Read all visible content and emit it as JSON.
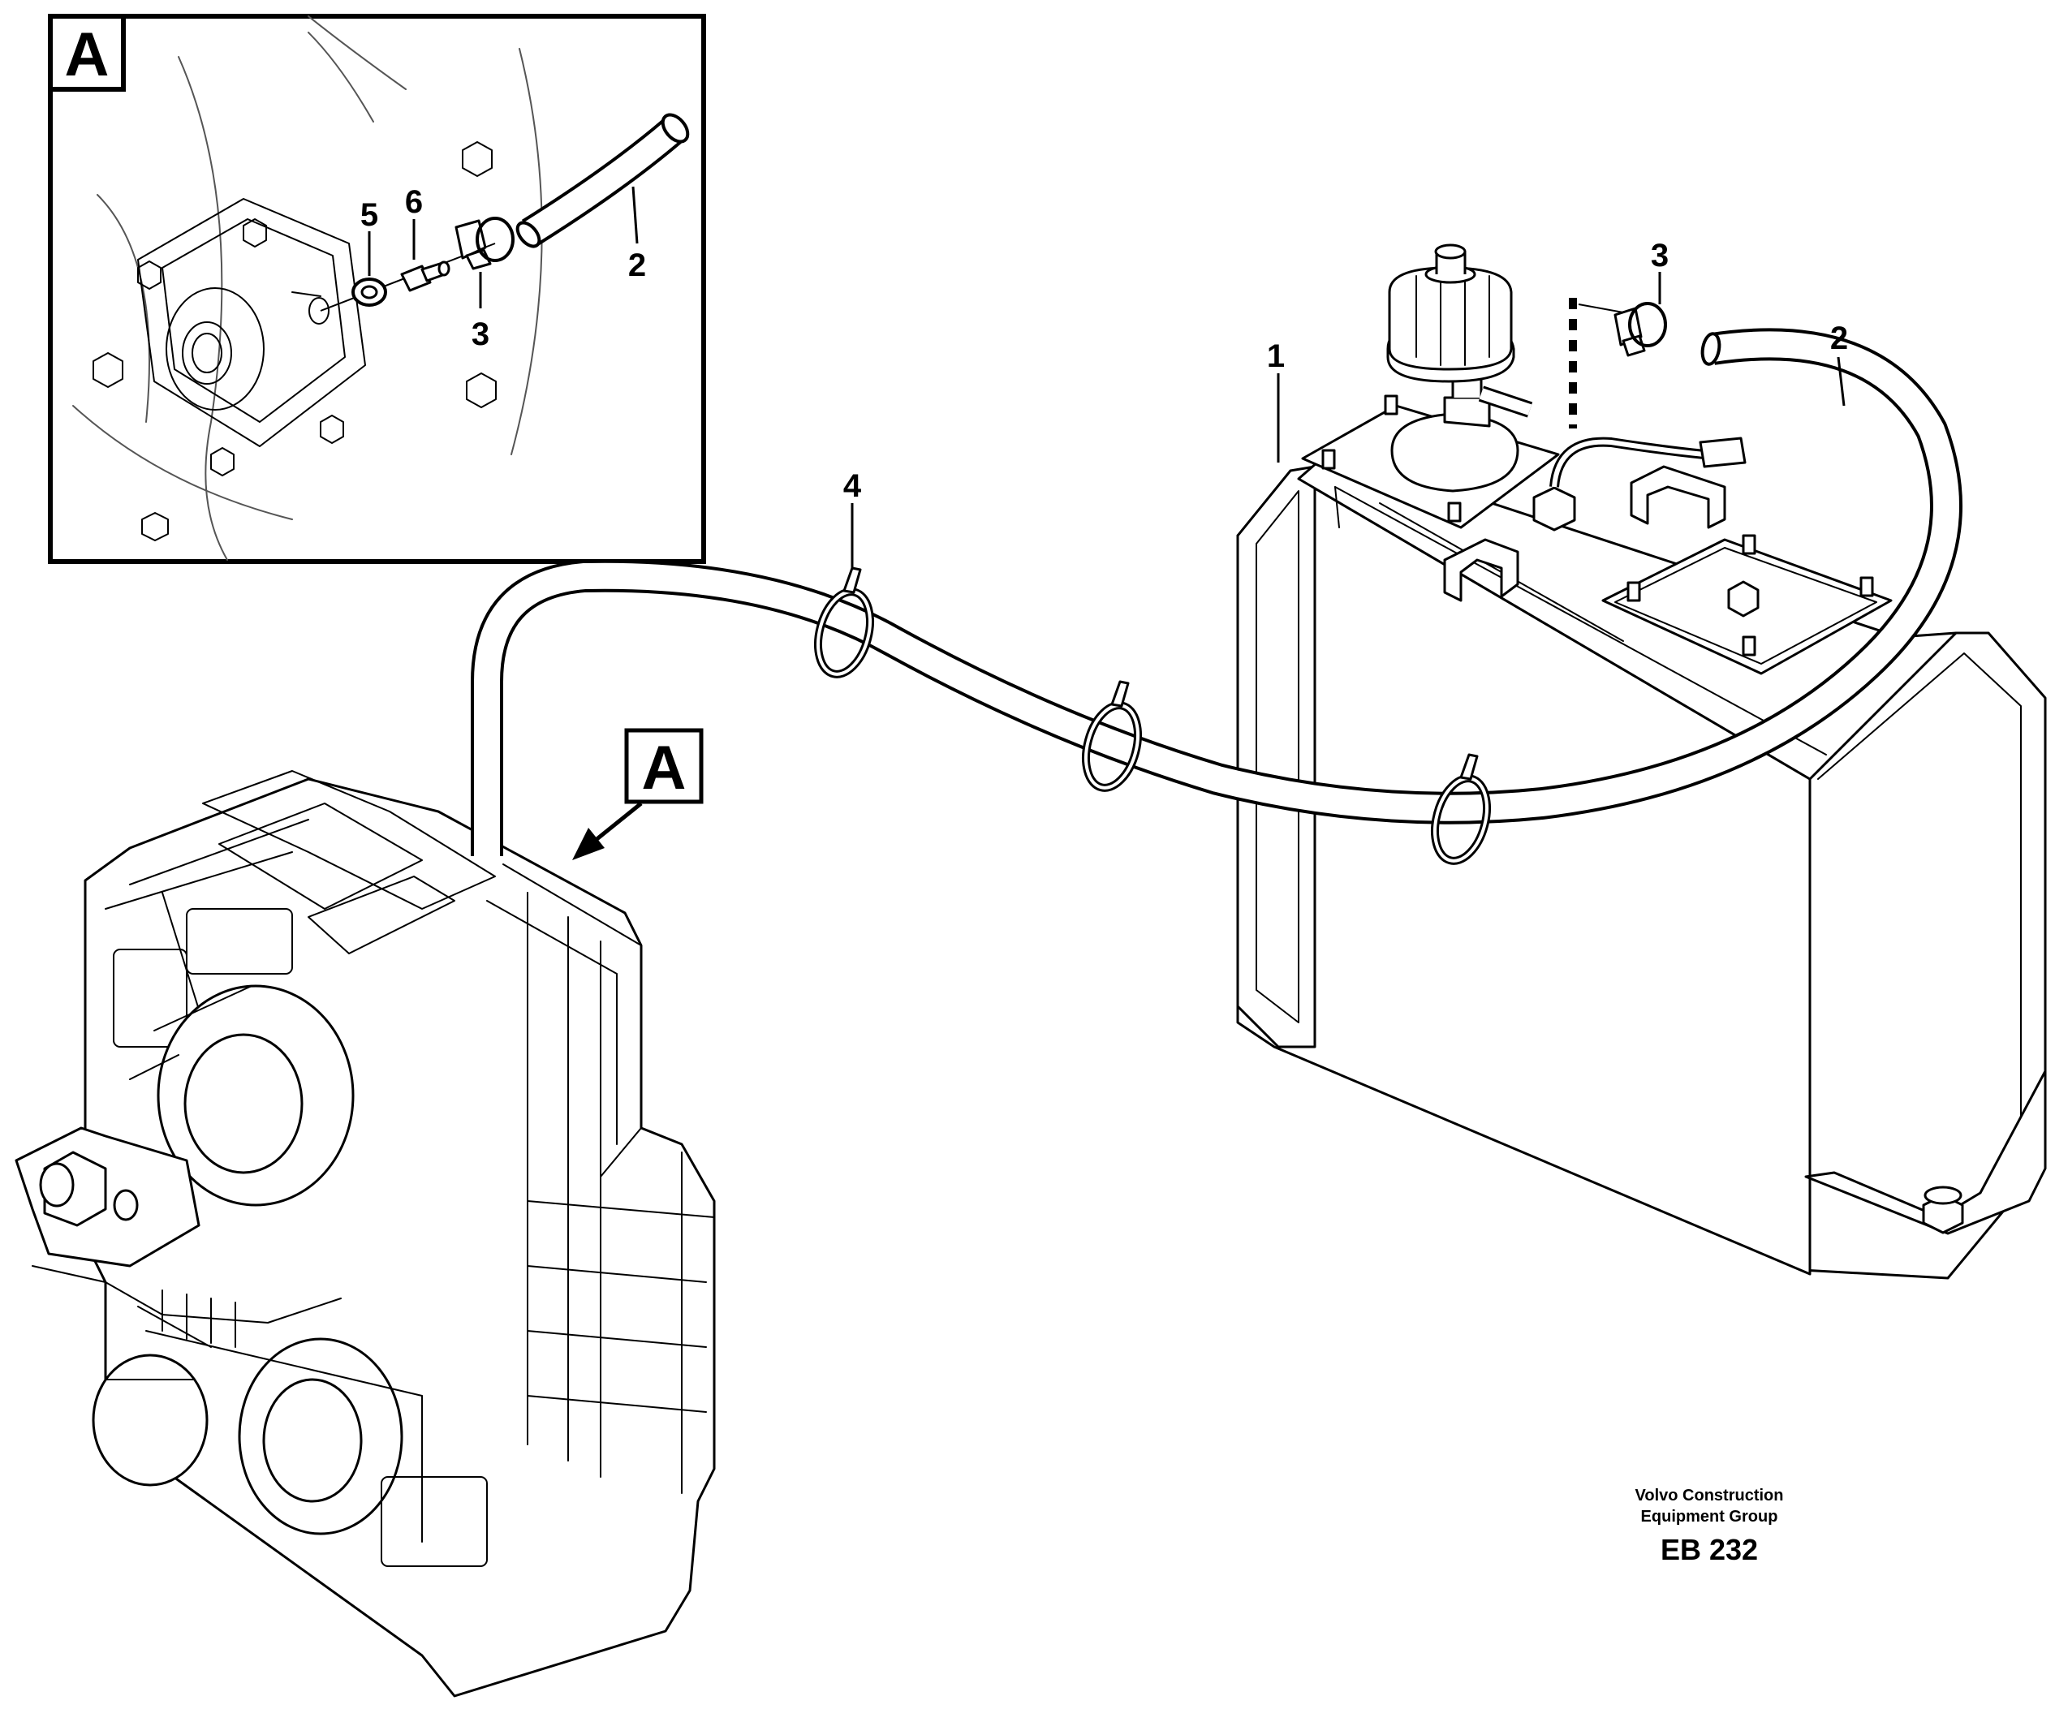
{
  "detail_view": {
    "callout": "A",
    "labels": {
      "hose": "2",
      "clamp": "3",
      "washer": "5",
      "nipple": "6"
    }
  },
  "main_view": {
    "callout": "A",
    "labels": {
      "tank": "1",
      "hose": "2",
      "clamp": "3",
      "cable_tie": "4"
    }
  },
  "footer": {
    "company_line1": "Volvo Construction",
    "company_line2": "Equipment Group",
    "drawing_id": "EB 232"
  }
}
